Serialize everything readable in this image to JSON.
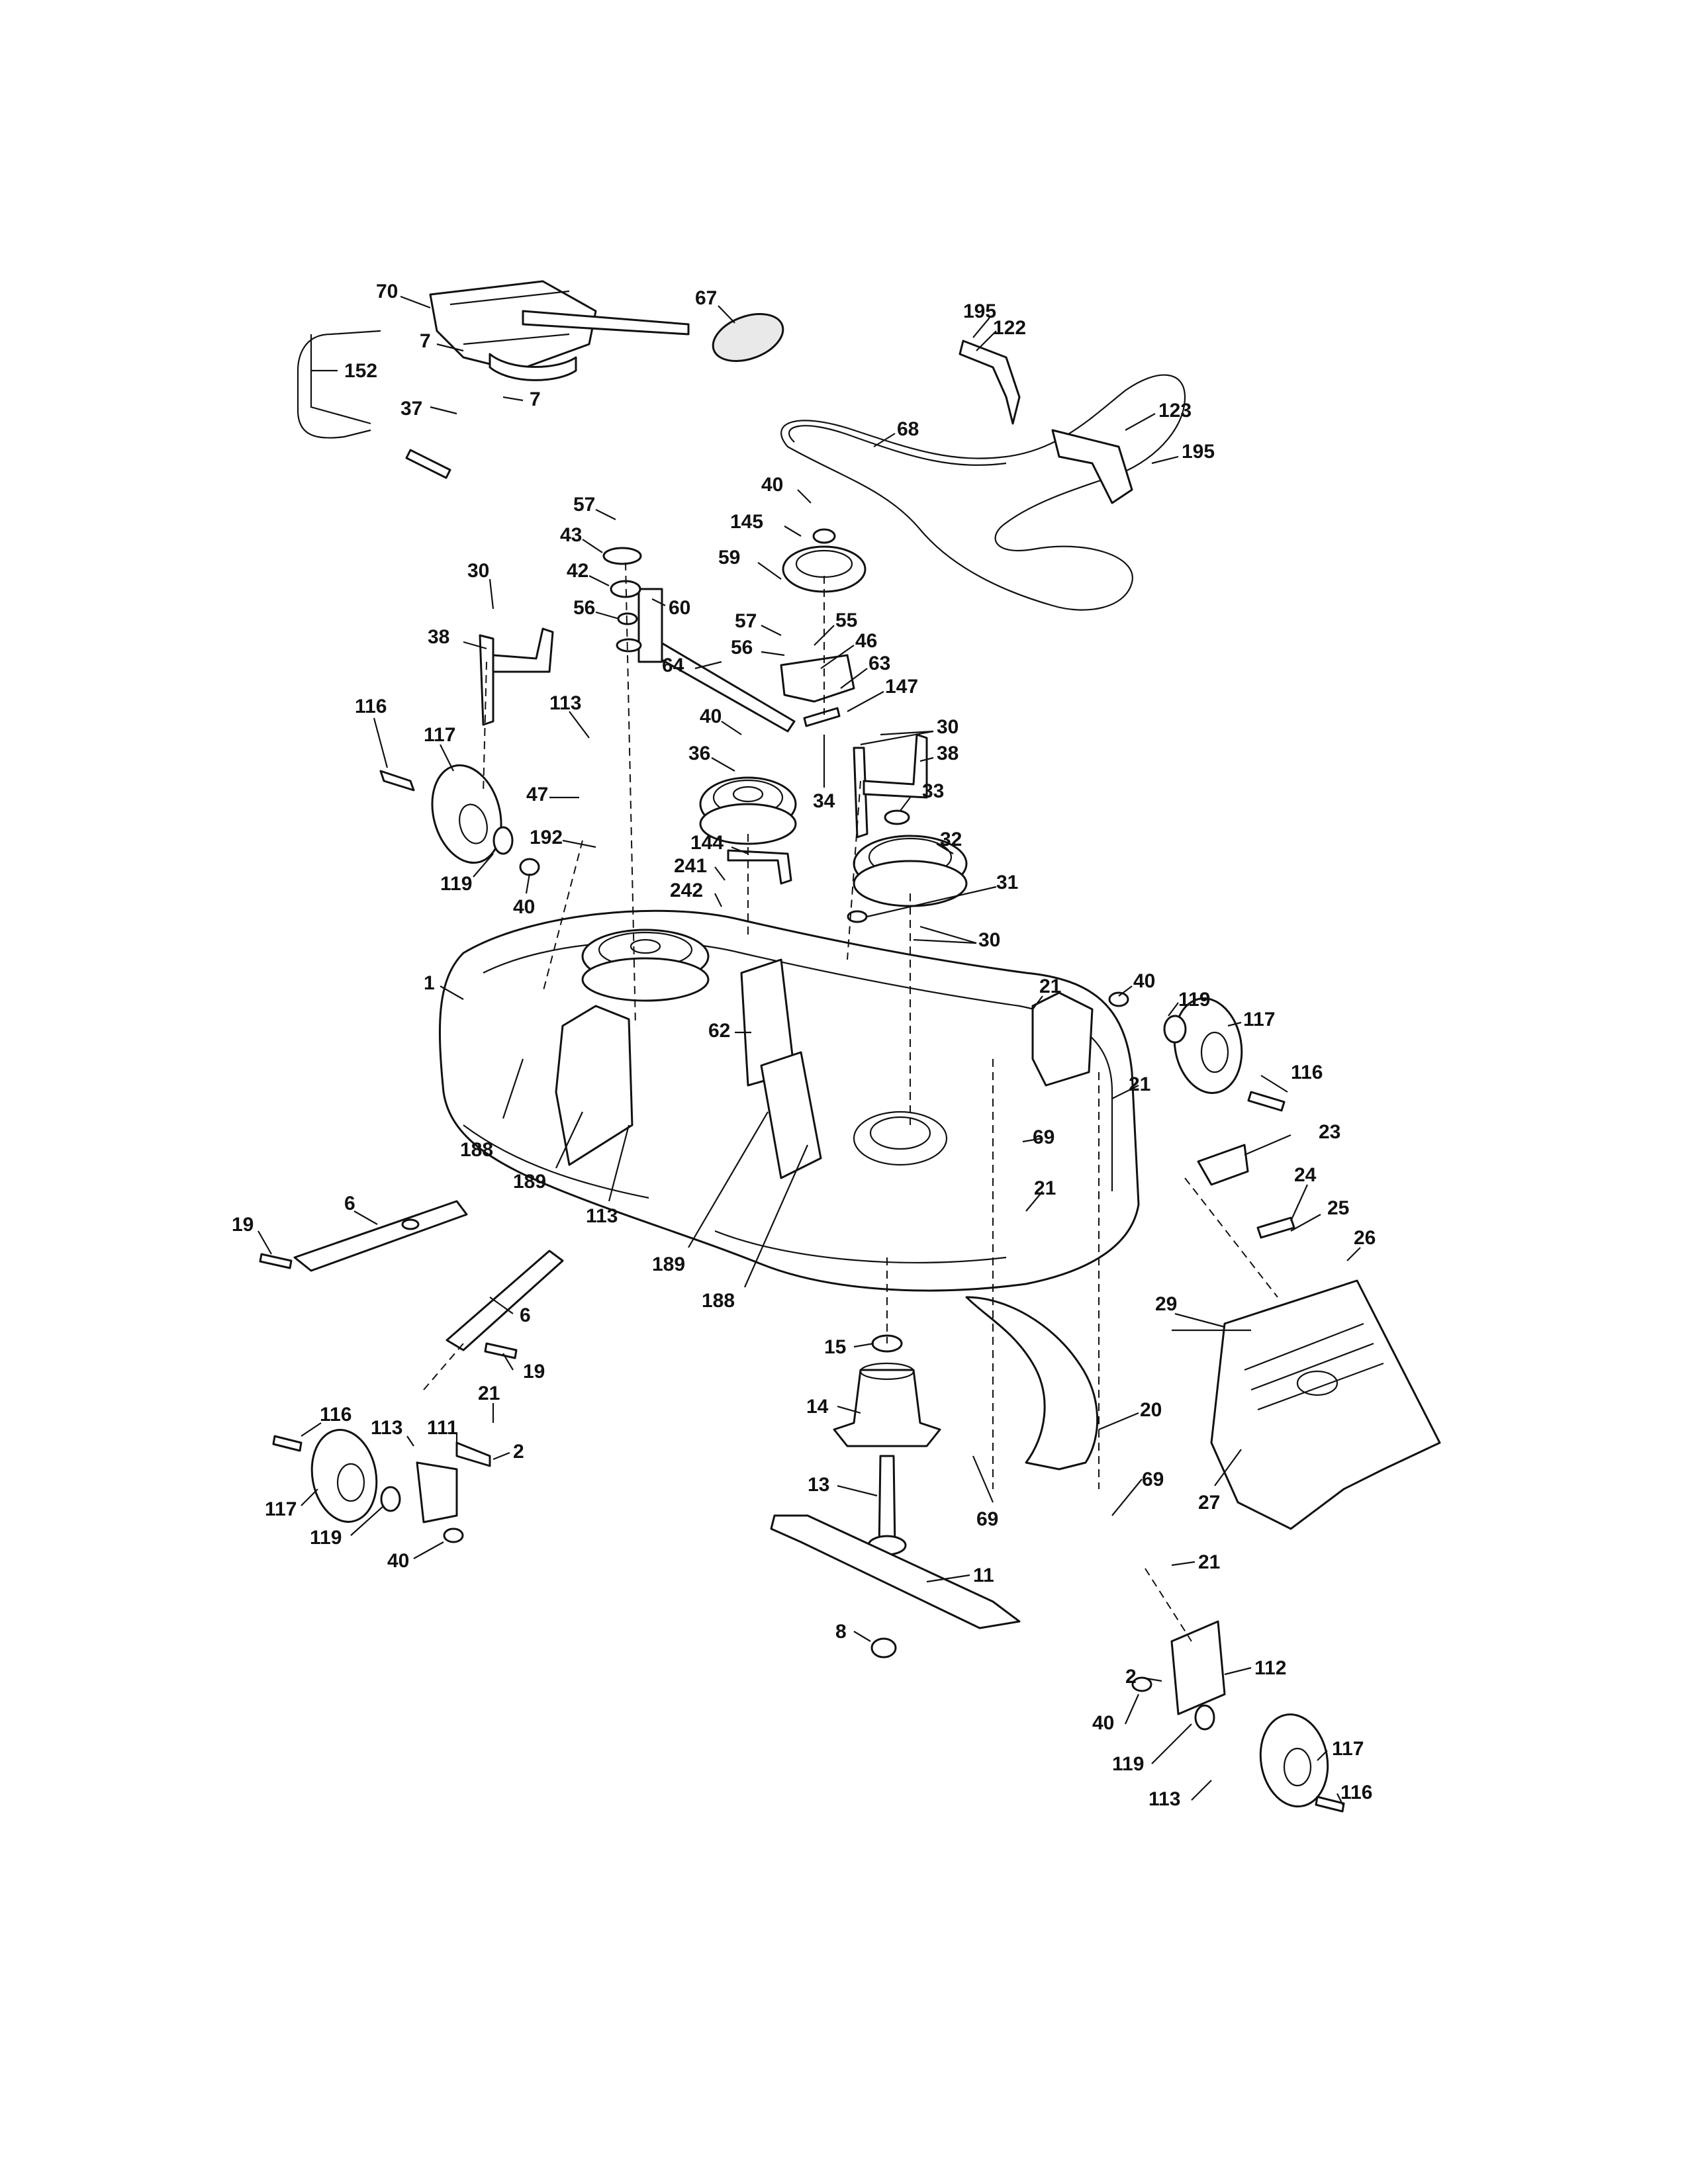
{
  "callouts": [
    {
      "id": "c70",
      "text": "70"
    },
    {
      "id": "c67",
      "text": "67"
    },
    {
      "id": "c7a",
      "text": "7"
    },
    {
      "id": "c7b",
      "text": "7"
    },
    {
      "id": "c152",
      "text": "152"
    },
    {
      "id": "c37",
      "text": "37"
    },
    {
      "id": "c195a",
      "text": "195"
    },
    {
      "id": "c122",
      "text": "122"
    },
    {
      "id": "c68",
      "text": "68"
    },
    {
      "id": "c123",
      "text": "123"
    },
    {
      "id": "c195b",
      "text": "195"
    },
    {
      "id": "c40a",
      "text": "40"
    },
    {
      "id": "c145",
      "text": "145"
    },
    {
      "id": "c57a",
      "text": "57"
    },
    {
      "id": "c43",
      "text": "43"
    },
    {
      "id": "c42",
      "text": "42"
    },
    {
      "id": "c56a",
      "text": "56"
    },
    {
      "id": "c60",
      "text": "60"
    },
    {
      "id": "c59",
      "text": "59"
    },
    {
      "id": "c30a",
      "text": "30"
    },
    {
      "id": "c38a",
      "text": "38"
    },
    {
      "id": "c57b",
      "text": "57"
    },
    {
      "id": "c55",
      "text": "55"
    },
    {
      "id": "c56b",
      "text": "56"
    },
    {
      "id": "c46",
      "text": "46"
    },
    {
      "id": "c64",
      "text": "64"
    },
    {
      "id": "c63",
      "text": "63"
    },
    {
      "id": "c147",
      "text": "147"
    },
    {
      "id": "c116a",
      "text": "116"
    },
    {
      "id": "c113a",
      "text": "113"
    },
    {
      "id": "c40b",
      "text": "40"
    },
    {
      "id": "c30b",
      "text": "30"
    },
    {
      "id": "c117a",
      "text": "117"
    },
    {
      "id": "c36",
      "text": "36"
    },
    {
      "id": "c38b",
      "text": "38"
    },
    {
      "id": "c47",
      "text": "47"
    },
    {
      "id": "c34",
      "text": "34"
    },
    {
      "id": "c33",
      "text": "33"
    },
    {
      "id": "c192",
      "text": "192"
    },
    {
      "id": "c144",
      "text": "144"
    },
    {
      "id": "c32",
      "text": "32"
    },
    {
      "id": "c119a",
      "text": "119"
    },
    {
      "id": "c241",
      "text": "241"
    },
    {
      "id": "c40c",
      "text": "40"
    },
    {
      "id": "c242",
      "text": "242"
    },
    {
      "id": "c31",
      "text": "31"
    },
    {
      "id": "c30c",
      "text": "30"
    },
    {
      "id": "c1",
      "text": "1"
    },
    {
      "id": "c21a",
      "text": "21"
    },
    {
      "id": "c40d",
      "text": "40"
    },
    {
      "id": "c119b",
      "text": "119"
    },
    {
      "id": "c62",
      "text": "62"
    },
    {
      "id": "c117b",
      "text": "117"
    },
    {
      "id": "c21b",
      "text": "21"
    },
    {
      "id": "c116b",
      "text": "116"
    },
    {
      "id": "c188a",
      "text": "188"
    },
    {
      "id": "c69a",
      "text": "69"
    },
    {
      "id": "c23",
      "text": "23"
    },
    {
      "id": "c189a",
      "text": "189"
    },
    {
      "id": "c113b",
      "text": "113"
    },
    {
      "id": "c21c",
      "text": "21"
    },
    {
      "id": "c24",
      "text": "24"
    },
    {
      "id": "c25",
      "text": "25"
    },
    {
      "id": "c6a",
      "text": "6"
    },
    {
      "id": "c19a",
      "text": "19"
    },
    {
      "id": "c26",
      "text": "26"
    },
    {
      "id": "c189b",
      "text": "189"
    },
    {
      "id": "c188b",
      "text": "188"
    },
    {
      "id": "c6b",
      "text": "6"
    },
    {
      "id": "c29",
      "text": "29"
    },
    {
      "id": "c19b",
      "text": "19"
    },
    {
      "id": "c15",
      "text": "15"
    },
    {
      "id": "c21d",
      "text": "21"
    },
    {
      "id": "c116c",
      "text": "116"
    },
    {
      "id": "c113c",
      "text": "113"
    },
    {
      "id": "c111",
      "text": "111"
    },
    {
      "id": "c14",
      "text": "14"
    },
    {
      "id": "c20",
      "text": "20"
    },
    {
      "id": "c2a",
      "text": "2"
    },
    {
      "id": "c13",
      "text": "13"
    },
    {
      "id": "c69b",
      "text": "69"
    },
    {
      "id": "c27",
      "text": "27"
    },
    {
      "id": "c117c",
      "text": "117"
    },
    {
      "id": "c69c",
      "text": "69"
    },
    {
      "id": "c119c",
      "text": "119"
    },
    {
      "id": "c40e",
      "text": "40"
    },
    {
      "id": "c11",
      "text": "11"
    },
    {
      "id": "c21e",
      "text": "21"
    },
    {
      "id": "c8",
      "text": "8"
    },
    {
      "id": "c112",
      "text": "112"
    },
    {
      "id": "c2b",
      "text": "2"
    },
    {
      "id": "c40f",
      "text": "40"
    },
    {
      "id": "c117d",
      "text": "117"
    },
    {
      "id": "c119d",
      "text": "119"
    },
    {
      "id": "c116d",
      "text": "116"
    },
    {
      "id": "c113d",
      "text": "113"
    }
  ]
}
